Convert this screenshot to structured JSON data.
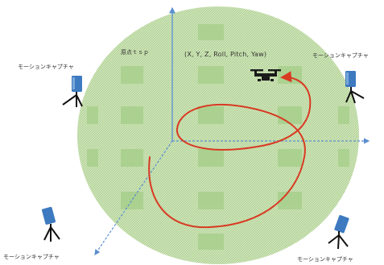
{
  "labels": {
    "origin": "原点ｔｓｐ",
    "coordinates": "(X, Y, Z, Roll, Pitch, Yaw)",
    "camera_top_left": "モーションキャプチャ",
    "camera_top_right": "モーションキャプチャ",
    "camera_bottom_left": "モーションキャプチャ",
    "camera_bottom_right": "モーションキャプチャ"
  },
  "colors": {
    "floor": "#c8deb0",
    "tile": "#a9cf8f",
    "axis": "#5b8fd0",
    "trajectory": "#d83a22",
    "camera_body": "#3d7ac0",
    "tripod": "#111111",
    "drone": "#1a1a1a"
  },
  "icons": {
    "camera": "motion-capture-camera-icon",
    "drone": "drone-icon"
  }
}
